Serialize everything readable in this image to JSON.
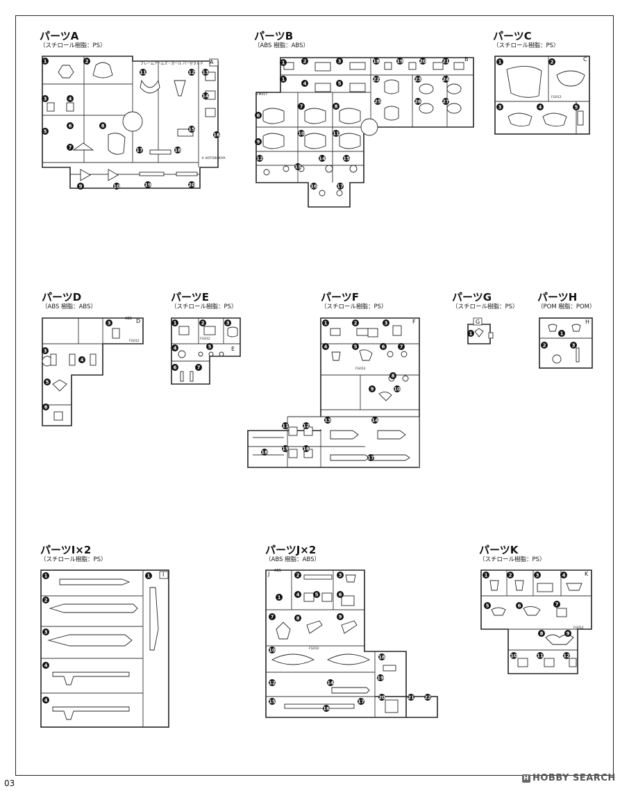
{
  "page_number": "03",
  "watermark": {
    "logo_glyph": "H",
    "text": "HOBBY SEARCH"
  },
  "sections": {
    "A": {
      "title": "パーツA",
      "material": "（スチロール樹脂：PS）",
      "letter": "A",
      "label": "フレームアームズ・ガール バーゼラルド",
      "copyright": "© KOTOBUKIYA"
    },
    "B": {
      "title": "パーツB",
      "material": "（ABS 樹脂：ABS）",
      "letter": "B",
      "code": "FM417"
    },
    "C": {
      "title": "パーツC",
      "material": "（スチロール樹脂：PS）",
      "letter": "C",
      "code": "FG012"
    },
    "D": {
      "title": "パーツD",
      "material": "（ABS 樹脂：ABS）",
      "letter": "D",
      "abs": "ABS",
      "code": "FG012"
    },
    "E": {
      "title": "パーツE",
      "material": "（スチロール樹脂：PS）",
      "letter": "E",
      "code": "FG012"
    },
    "F": {
      "title": "パーツF",
      "material": "（スチロール樹脂：PS）",
      "letter": "F",
      "code": "FG012"
    },
    "G": {
      "title": "パーツG",
      "material": "（スチロール樹脂：PS）",
      "letter": "G"
    },
    "H": {
      "title": "パーツH",
      "material": "（POM 樹脂：POM）",
      "letter": "H"
    },
    "I": {
      "title": "パーツI×2",
      "material": "（スチロール樹脂：PS）",
      "letter": "I"
    },
    "J": {
      "title": "パーツJ×2",
      "material": "（ABS 樹脂：ABS）",
      "letter": "J",
      "abs": "ABS",
      "code": "FG012"
    },
    "K": {
      "title": "パーツK",
      "material": "（スチロール樹脂：PS）",
      "letter": "K",
      "code": "FG012"
    }
  }
}
